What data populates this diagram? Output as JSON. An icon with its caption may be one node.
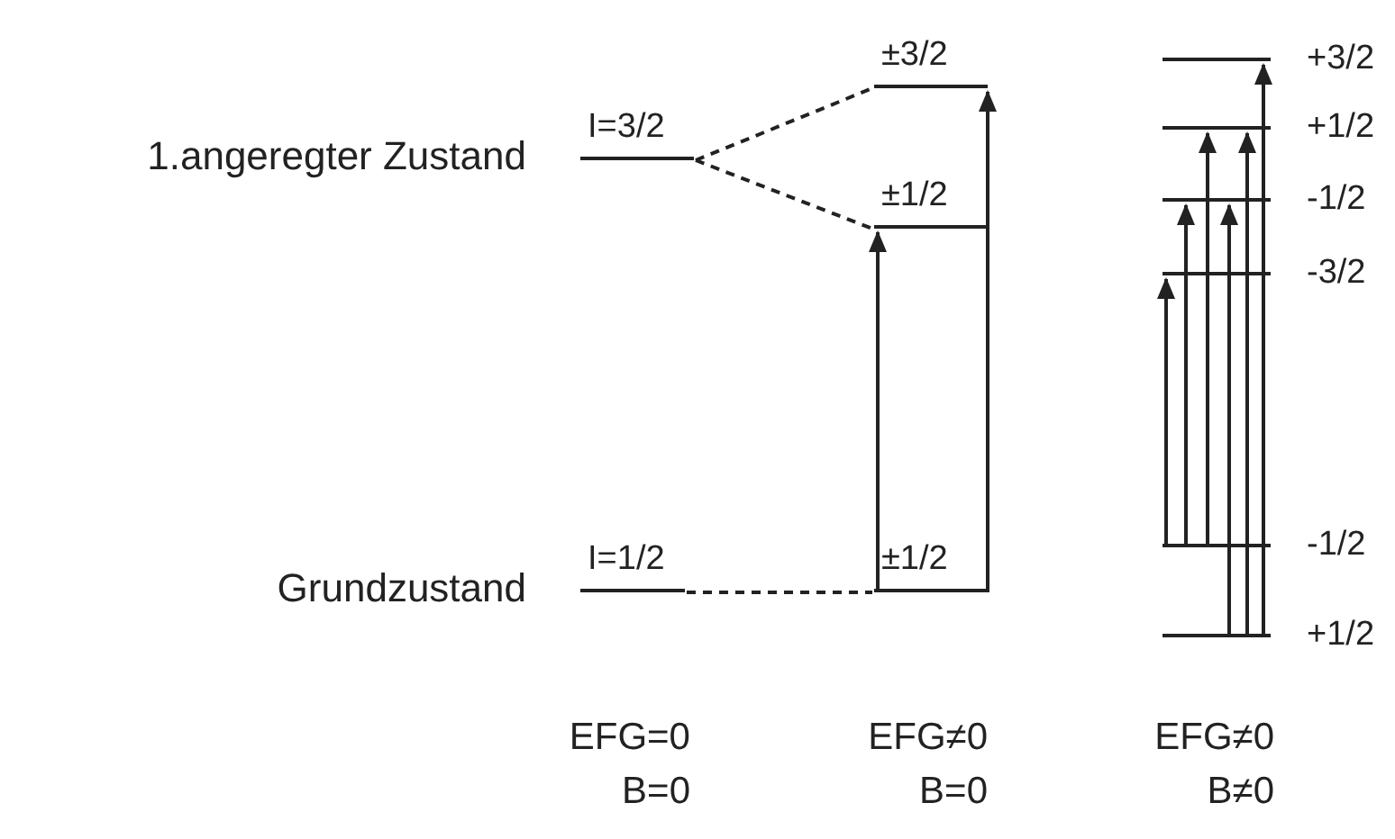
{
  "diagram": {
    "nodes": [
      {
        "text": [
          "I=3/2"
        ],
        "beside": [
          "1.angeregter Zustand"
        ]
      },
      {
        "text": [
          "I=1/2"
        ],
        "beside": [
          "Grundzustand"
        ]
      },
      {
        "text": [
          "±3/2"
        ]
      },
      {
        "text": [
          "±1/2"
        ]
      },
      {
        "text": [
          "±1/2"
        ]
      },
      {
        "text": [
          "+3/2"
        ]
      },
      {
        "text": [
          "+1/2"
        ]
      },
      {
        "text": [
          "-1/2"
        ]
      },
      {
        "text": [
          "-3/2"
        ]
      },
      {
        "text": [
          "-1/2"
        ]
      },
      {
        "text": [
          "+1/2"
        ]
      }
    ],
    "edges": [
      {
        "from": 0,
        "to": 2,
        "arrow": "none",
        "style": "dashed"
      },
      {
        "from": 0,
        "to": 3,
        "arrow": "none",
        "style": "dashed"
      },
      {
        "from": 1,
        "to": 4,
        "arrow": "none",
        "style": "dashed"
      },
      {
        "from": 4,
        "to": 3,
        "arrow": "to"
      },
      {
        "from": 4,
        "to": 2,
        "arrow": "to"
      },
      {
        "from": 9,
        "to": 8,
        "arrow": "to"
      },
      {
        "from": 9,
        "to": 7,
        "arrow": "to"
      },
      {
        "from": 9,
        "to": 6,
        "arrow": "to"
      },
      {
        "from": 10,
        "to": 7,
        "arrow": "to"
      },
      {
        "from": 10,
        "to": 6,
        "arrow": "to"
      },
      {
        "from": 10,
        "to": 5,
        "arrow": "to"
      }
    ],
    "labels": [
      "EFG=0",
      "EFG≠0",
      "EFG≠0",
      "B=0",
      "B=0",
      "B≠0"
    ]
  }
}
